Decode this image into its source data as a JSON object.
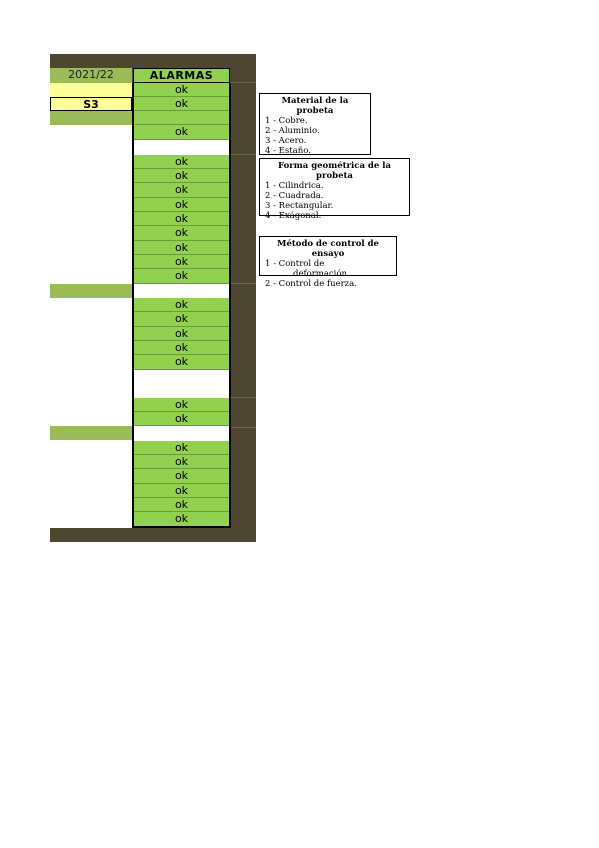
{
  "header": {
    "year": "2021/22",
    "alarms": "ALARMAS"
  },
  "s3_label": "S3",
  "ok": "ok",
  "notes": {
    "material": {
      "title1": "Material de la",
      "title2": "probeta",
      "items": [
        "1 - Cobre.",
        "2 - Aluminio.",
        "3 - Acero.",
        "4 - Estaño."
      ]
    },
    "forma": {
      "title1": "Forma geométrica de la",
      "title2": "probeta",
      "items": [
        "1 - Cilindrica.",
        "2 - Cuadrada.",
        "3 - Rectangular.",
        "4 - Exágonal."
      ]
    },
    "metodo": {
      "title1": "Método de control de",
      "title2": "ensayo",
      "items": [
        "1 - Control de",
        "deformación.",
        "2 - Control de fuerza."
      ]
    }
  },
  "colors": {
    "frame": "#4d4631",
    "green": "#92d050",
    "olive": "#9bbb59",
    "yellow": "#ffff99"
  }
}
